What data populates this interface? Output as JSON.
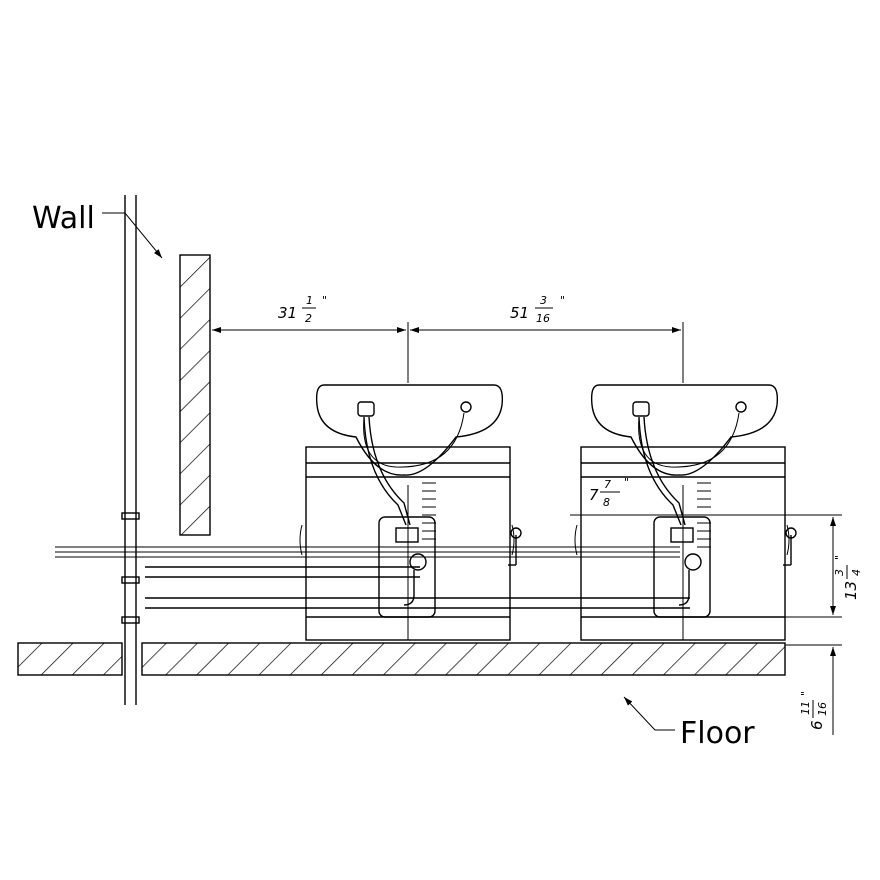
{
  "labels": {
    "wall": "Wall",
    "floor": "Floor"
  },
  "dimensions": {
    "wall_to_basin": {
      "whole": "31",
      "num": "1",
      "den": "2",
      "unit": "\""
    },
    "basin_to_basin": {
      "whole": "51",
      "num": "3",
      "den": "16",
      "unit": "\""
    },
    "cabinet_height": {
      "whole": "7",
      "num": "7",
      "den": "8",
      "unit": "\""
    },
    "box_height": {
      "whole": "13",
      "num": "3",
      "den": "4",
      "unit": "\""
    },
    "floor_depth": {
      "whole": "6",
      "num": "11",
      "den": "16",
      "unit": "\""
    }
  }
}
